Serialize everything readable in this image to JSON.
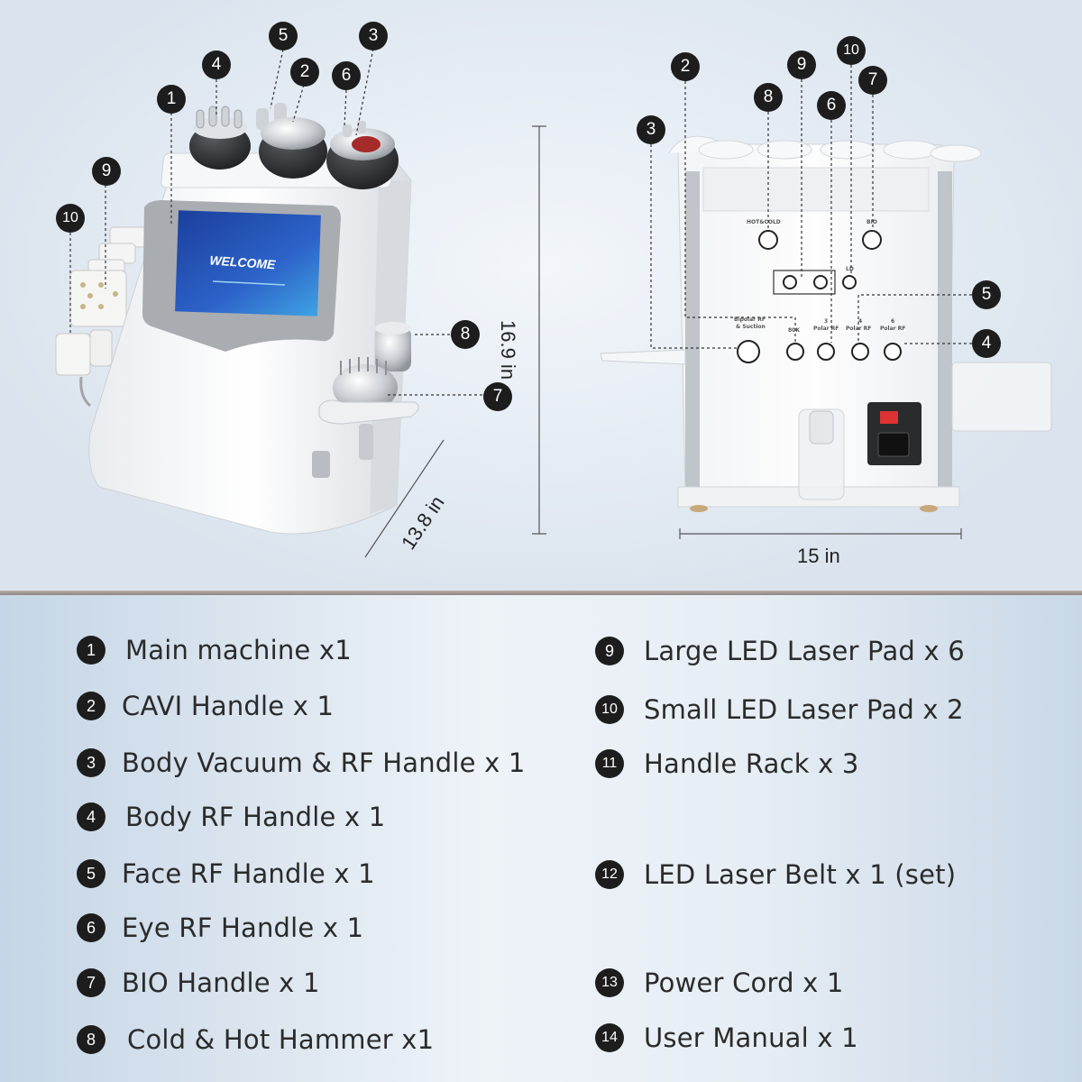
{
  "dimensions": {
    "height": "16.9 in",
    "depth": "13.8 in",
    "width": "15 in"
  },
  "screen": {
    "text": "WELCOME"
  },
  "back_panel": {
    "labels": {
      "hot_cold": "HOT&COLD",
      "bio": "BIO",
      "bipolar": "Bipolar RF",
      "suction": "& Suction",
      "k80": "80K",
      "polar3_n": "3",
      "polar3": "Polar RF",
      "polar4_n": "4",
      "polar4": "Polar RF",
      "polar6_n": "6",
      "polar6": "Polar RF",
      "ld": "LD"
    }
  },
  "front_callouts": [
    "1",
    "2",
    "3",
    "4",
    "5",
    "6",
    "7",
    "8",
    "9",
    "10"
  ],
  "back_callouts": [
    "2",
    "3",
    "4",
    "5",
    "6",
    "7",
    "8",
    "9",
    "10"
  ],
  "items_left": [
    {
      "num": "1",
      "label": "Main machine x1"
    },
    {
      "num": "2",
      "label": "CAVI Handle x 1"
    },
    {
      "num": "3",
      "label": "Body Vacuum & RF Handle x 1"
    },
    {
      "num": "4",
      "label": "Body RF Handle x 1"
    },
    {
      "num": "5",
      "label": "Face RF Handle x 1"
    },
    {
      "num": "6",
      "label": "Eye RF Handle x 1"
    },
    {
      "num": "7",
      "label": "BIO Handle x 1"
    },
    {
      "num": "8",
      "label": "Cold & Hot Hammer x1"
    }
  ],
  "items_right": [
    {
      "num": "9",
      "label": "Large LED Laser Pad x 6"
    },
    {
      "num": "10",
      "label": "Small LED Laser Pad x 2"
    },
    {
      "num": "11",
      "label": "Handle Rack x 3"
    },
    {
      "num": "12",
      "label": "LED Laser Belt x 1 (set)"
    },
    {
      "num": "13",
      "label": "Power Cord x 1"
    },
    {
      "num": "14",
      "label": "User Manual x 1"
    }
  ]
}
